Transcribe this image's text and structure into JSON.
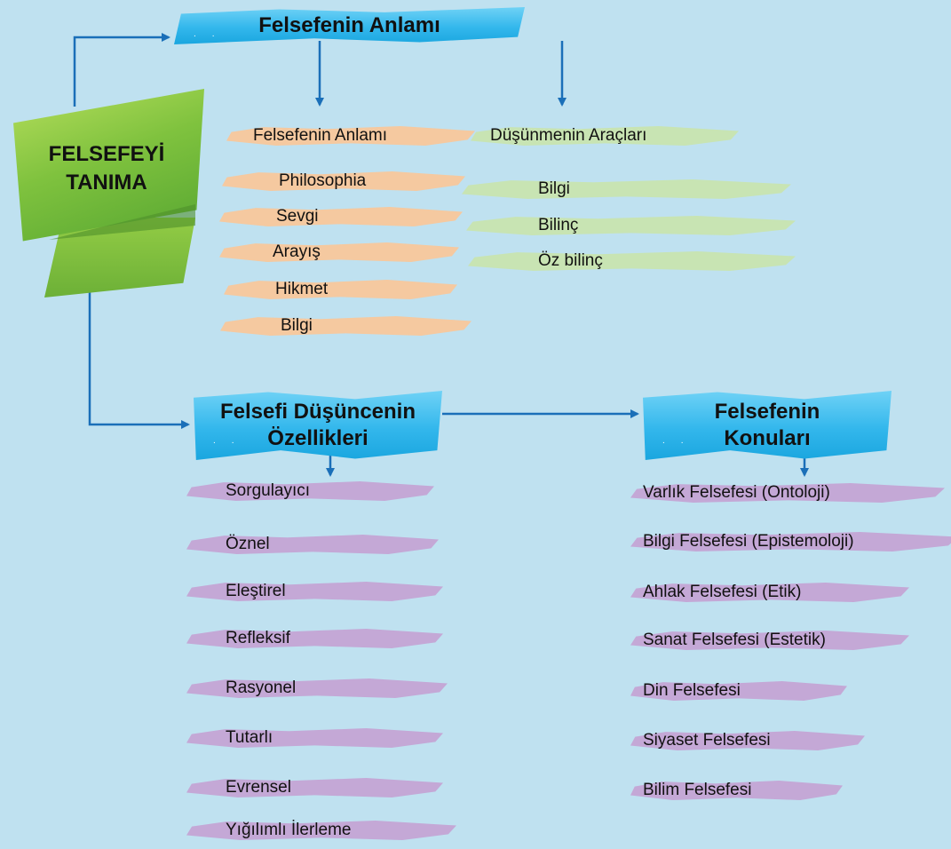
{
  "center": {
    "line1": "FELSEFEYİ",
    "line2": "TANIMA"
  },
  "top_banner": {
    "title": "Felsefenin Anlamı"
  },
  "meaning_list": [
    "Felsefenin Anlamı",
    "Philosophia",
    "Sevgi",
    "Arayış",
    "Hikmet",
    "Bilgi"
  ],
  "tools": {
    "title": "Düşünmenin Araçları",
    "items": [
      "Bilgi",
      "Bilinç",
      "Öz bilinç"
    ]
  },
  "features": {
    "title_line1": "Felsefi Düşüncenin",
    "title_line2": "Özellikleri",
    "items": [
      "Sorgulayıcı",
      "Öznel",
      "Eleştirel",
      "Refleksif",
      "Rasyonel",
      "Tutarlı",
      "Evrensel",
      "Yığılımlı İlerleme"
    ]
  },
  "topics": {
    "title_line1": "Felsefenin",
    "title_line2": "Konuları",
    "items": [
      "Varlık Felsefesi (Ontoloji)",
      "Bilgi Felsefesi (Epistemoloji)",
      "Ahlak Felsefesi (Etik)",
      "Sanat Felsefesi (Estetik)",
      "Din Felsefesi",
      "Siyaset Felsefesi",
      "Bilim Felsefesi"
    ]
  },
  "colors": {
    "background": "#bfe1f0",
    "arrow": "#1a6fb8",
    "banner": "#33b7ec",
    "orange": "#f5c9a0",
    "green": "#c8e4b3",
    "purple": "#c4a8d6"
  }
}
